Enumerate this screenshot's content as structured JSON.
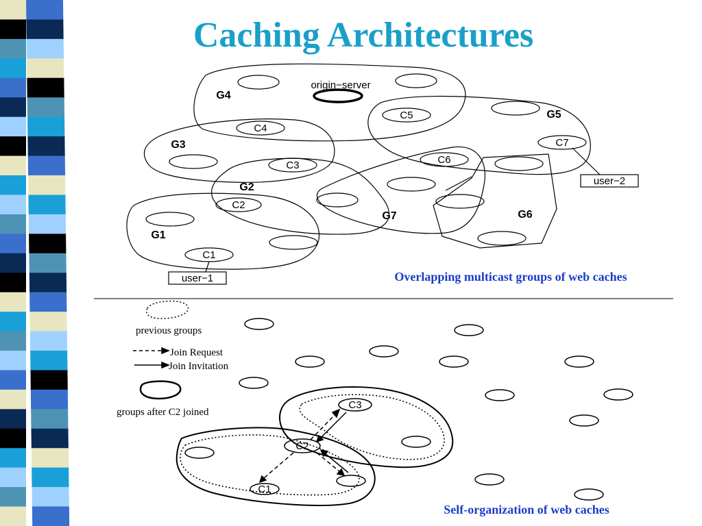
{
  "slide": {
    "title": "Caching Architectures",
    "title_color": "#1aa0c8"
  },
  "top_diagram": {
    "server_label": "origin−server",
    "groups": [
      "G4",
      "G5",
      "G3",
      "G2",
      "G7",
      "G6",
      "G1"
    ],
    "caches": [
      "C4",
      "C5",
      "C3",
      "C6",
      "C7",
      "C2",
      "C1"
    ],
    "users": [
      "user−2",
      "user−1"
    ],
    "caption": "Overlapping multicast groups of web caches"
  },
  "bottom_diagram": {
    "legend": {
      "previous_groups": "previous groups",
      "join_request": "Join Request",
      "join_invitation": "Join Invitation",
      "groups_after": "groups after C2 joined"
    },
    "caches": [
      "C3",
      "C2",
      "C1"
    ],
    "caption": "Self-organization of web caches"
  },
  "colors": {
    "caption": "#1a3cc8",
    "line": "#000000",
    "stripe": [
      "#3b6fcc",
      "#0a2a55",
      "#9fd1ff",
      "#e8e6c0",
      "#000000",
      "#4f93b4",
      "#1aa0d8"
    ]
  }
}
